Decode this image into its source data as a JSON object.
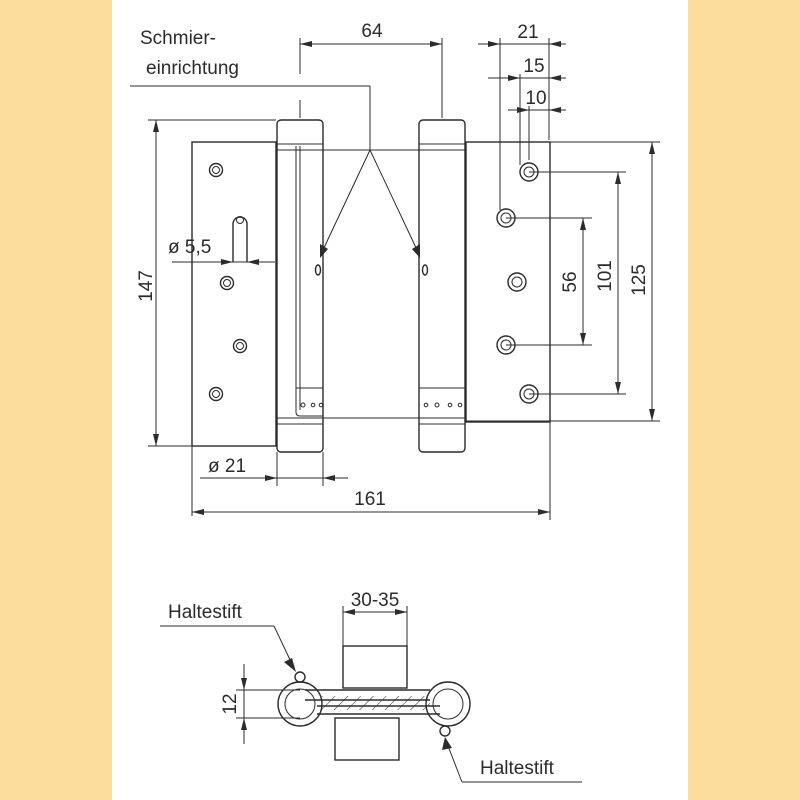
{
  "labels": {
    "lubrication": [
      "Schmier-",
      "einrichtung"
    ],
    "retaining_pin_top": "Haltestift",
    "retaining_pin_bottom": "Haltestift"
  },
  "dimensions": {
    "pin_spacing": "64",
    "offset_21": "21",
    "offset_15": "15",
    "offset_10": "10",
    "hole_diameter": "ø 5,5",
    "overall_height": "147",
    "hole_56": "56",
    "hole_101": "101",
    "hole_125": "125",
    "barrel_diameter": "ø 21",
    "overall_width": "161",
    "door_thickness": "30-35",
    "gap": "12"
  },
  "colors": {
    "border": "#fcdd9c",
    "background": "#ffffff",
    "line": "#2b2b2b"
  }
}
